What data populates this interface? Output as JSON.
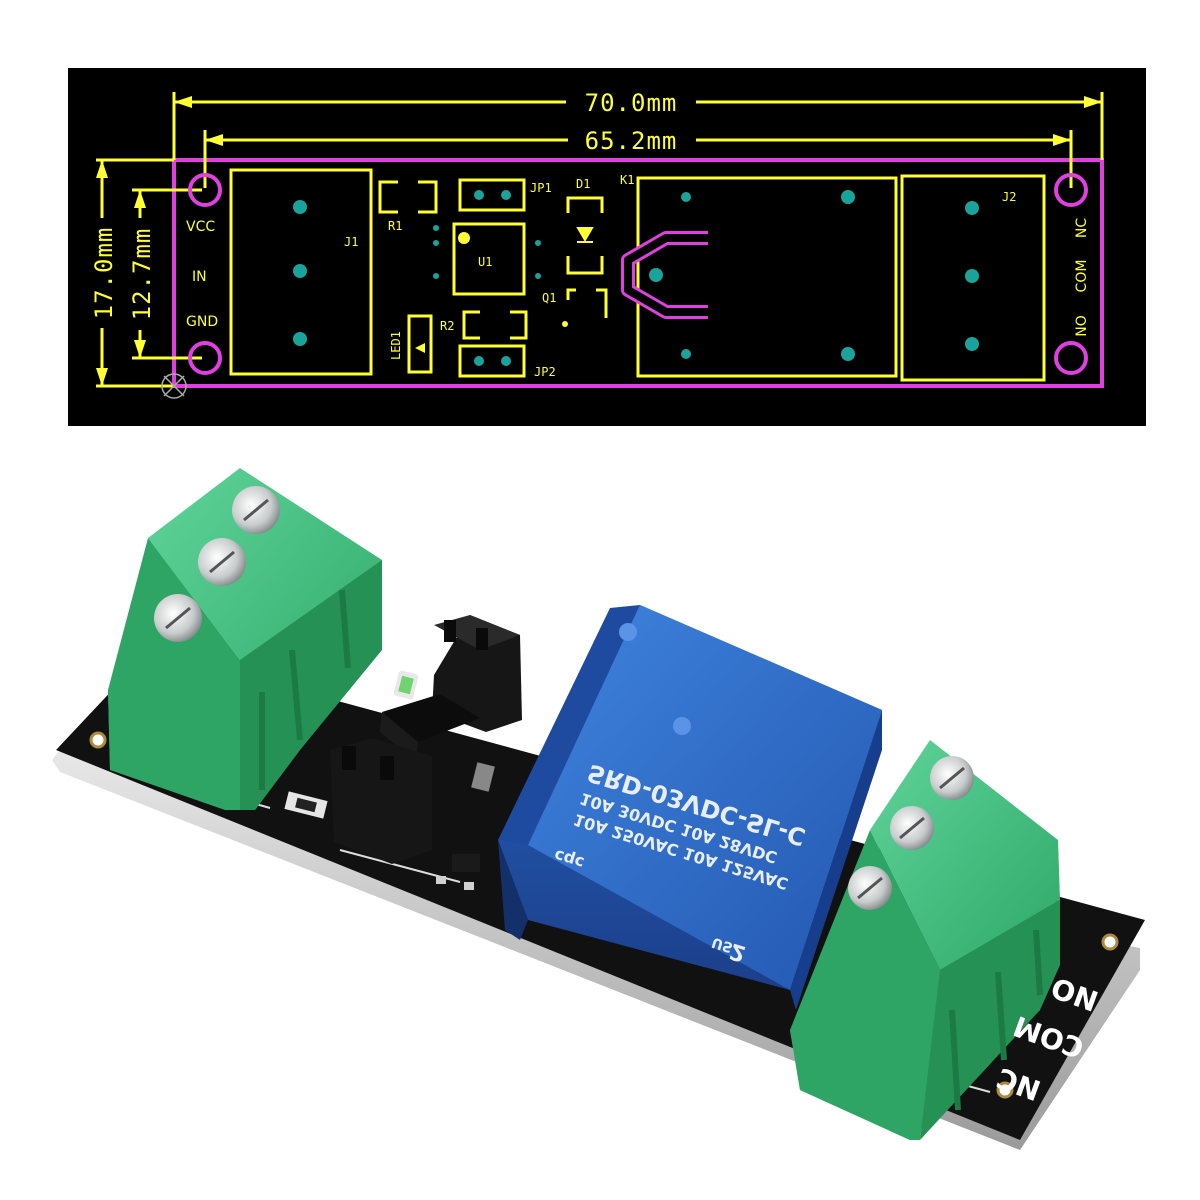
{
  "diagram": {
    "dimensions": {
      "overall_width": "70.0mm",
      "hole_spacing_x": "65.2mm",
      "overall_height": "17.0mm",
      "hole_spacing_y": "12.7mm"
    },
    "input_pins": [
      "VCC",
      "IN",
      "GND"
    ],
    "output_pins": [
      "NC",
      "COM",
      "NO"
    ],
    "designators": {
      "j1": "J1",
      "r1": "R1",
      "u1": "U1",
      "jp1": "JP1",
      "d1": "D1",
      "k1": "K1",
      "j2": "J2",
      "q1": "Q1",
      "r2": "R2",
      "led1": "LED1",
      "jp2": "JP2"
    },
    "colors": {
      "outline": "#e040e0",
      "silkscreen": "#ffff33",
      "pads": "#1aa39a"
    }
  },
  "photo": {
    "relay_text": {
      "line1": "2",
      "line2": "US",
      "line3": "10A 250VAC  10A 125VAC",
      "line4": "10A 30VDC  10A 28VDC",
      "line5": "SRD-03VDC-SL-C",
      "cert": "cqc"
    },
    "board_labels": [
      "NO",
      "COM",
      "NC"
    ],
    "colors": {
      "terminal": "#3cb878",
      "relay": "#2f6fc9",
      "board": "#111111"
    }
  }
}
